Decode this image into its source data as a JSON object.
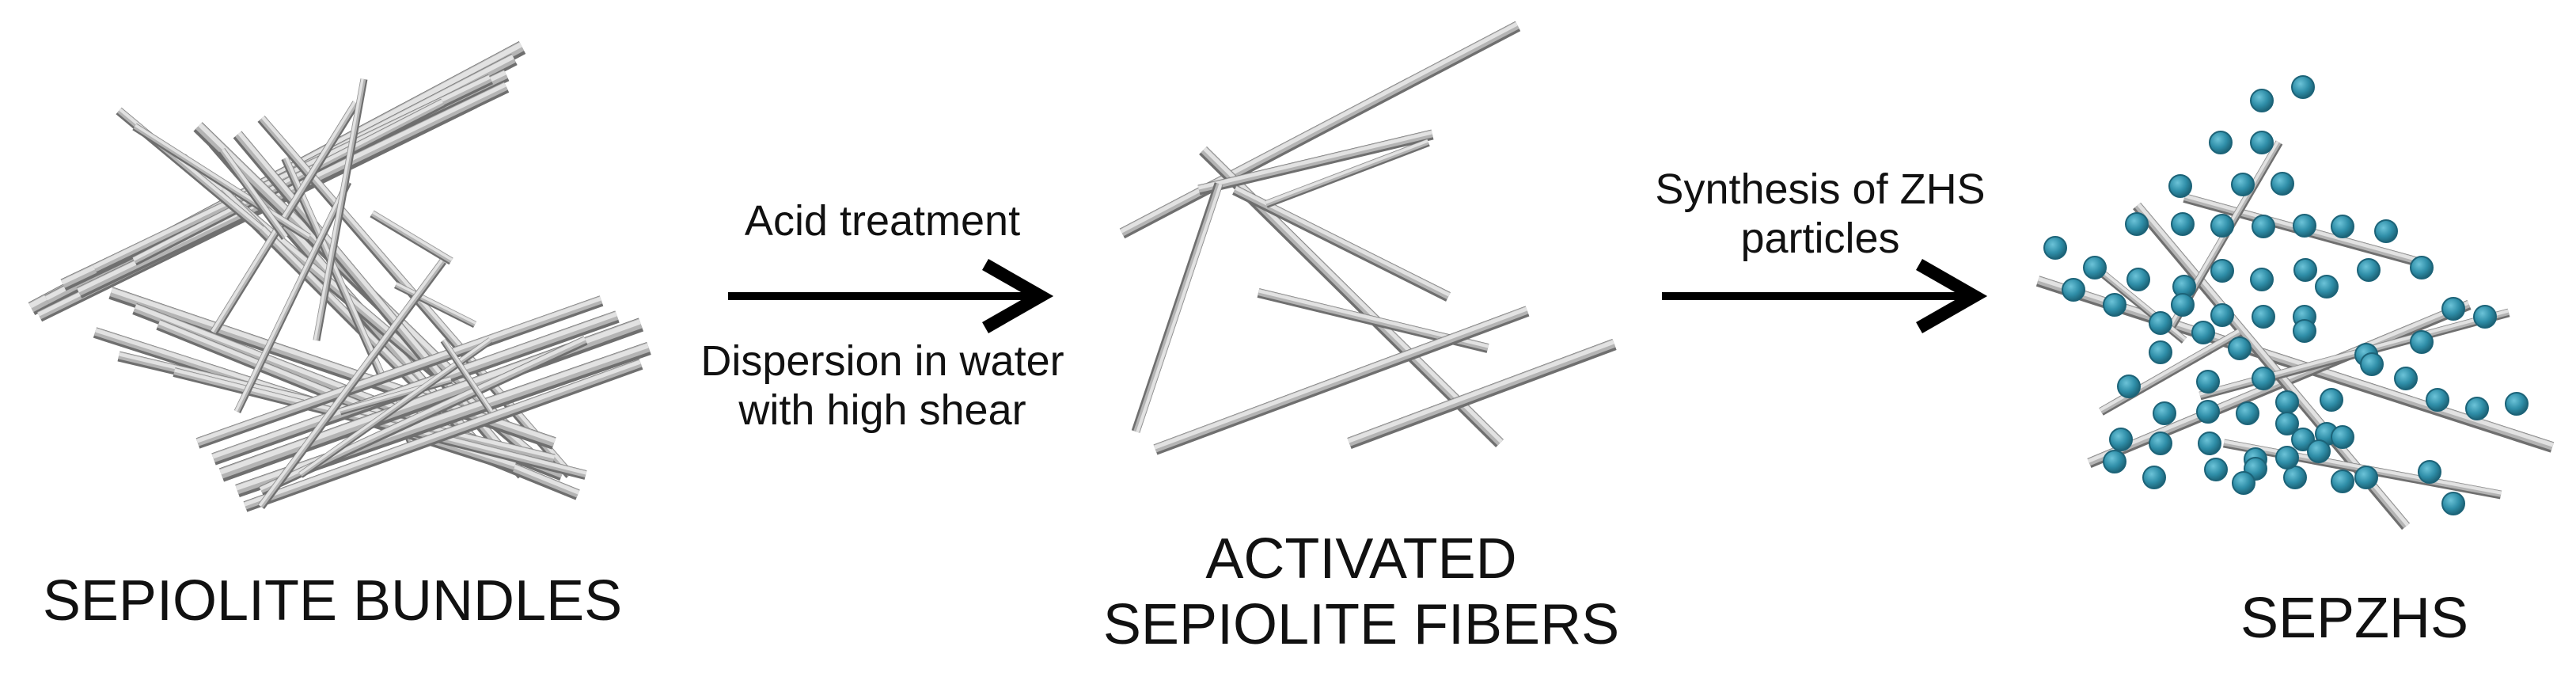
{
  "steps": {
    "bundles_label": "SEPIOLITE BUNDLES",
    "activated_line1": "ACTIVATED",
    "activated_line2": "SEPIOLITE FIBERS",
    "sepzhs_label": "SEPZHS"
  },
  "arrow1": {
    "above": "Acid treatment",
    "below_line1": "Dispersion in water",
    "below_line2": "with high shear"
  },
  "arrow2": {
    "above_line1": "Synthesis of ZHS",
    "above_line2": "particles"
  },
  "colors": {
    "fiber_light": "#e2e2e2",
    "fiber_mid": "#b4b4b4",
    "fiber_dark": "#6f6f6f",
    "particle": "#2f8ea8",
    "particle_edge": "#1c6378",
    "arrow": "#000000"
  }
}
